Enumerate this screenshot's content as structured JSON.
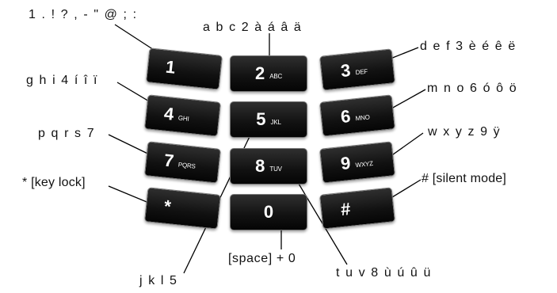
{
  "keys": [
    {
      "id": "1",
      "digit": "1",
      "sub": ""
    },
    {
      "id": "2",
      "digit": "2",
      "sub": "ABC"
    },
    {
      "id": "3",
      "digit": "3",
      "sub": "DEF"
    },
    {
      "id": "4",
      "digit": "4",
      "sub": "GHI"
    },
    {
      "id": "5",
      "digit": "5",
      "sub": "JKL"
    },
    {
      "id": "6",
      "digit": "6",
      "sub": "MNO"
    },
    {
      "id": "7",
      "digit": "7",
      "sub": "PQRS"
    },
    {
      "id": "8",
      "digit": "8",
      "sub": "TUV"
    },
    {
      "id": "9",
      "digit": "9",
      "sub": "WXYZ"
    },
    {
      "id": "star",
      "digit": "*",
      "sub": ""
    },
    {
      "id": "0",
      "digit": "0",
      "sub": ""
    },
    {
      "id": "hash",
      "digit": "#",
      "sub": ""
    }
  ],
  "labels": {
    "key1": "1 . ! ? , - \" @ ; :",
    "key2": "a b c 2 à á â ä",
    "key3": "d e f 3 è é ê ë",
    "key4": "g h i 4 í î ï",
    "key5": "j k l 5",
    "key6": "m n o 6 ó ô ö",
    "key7": "p q r s 7",
    "key8": "t u v 8 ù ú û ü",
    "key9": "w x y z 9 ÿ",
    "star": "* [key lock]",
    "zero": "[space] + 0",
    "hash": "# [silent mode]"
  },
  "colors": {
    "key_fill": "#111111",
    "key_text": "#ffffff",
    "leader_line": "#000000"
  }
}
